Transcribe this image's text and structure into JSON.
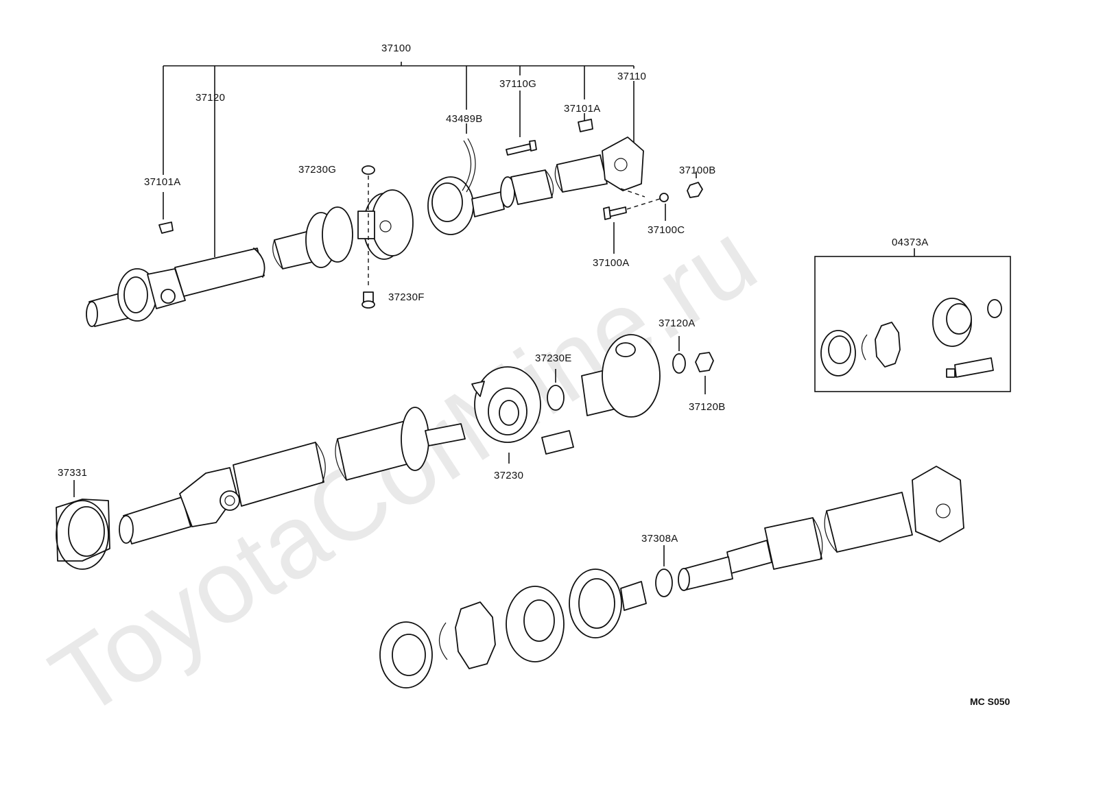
{
  "watermark": "ToyotaCorMine.ru",
  "figure_code": "MC S050",
  "labels": {
    "p37100": "37100",
    "p37120": "37120",
    "p37101A_left": "37101A",
    "p37230G": "37230G",
    "p37230F": "37230F",
    "p43489B": "43489B",
    "p37110G": "37110G",
    "p37101A_right": "37101A",
    "p37110": "37110",
    "p37100B": "37100B",
    "p37100C": "37100C",
    "p37100A": "37100A",
    "p04373A": "04373A",
    "p37120A": "37120A",
    "p37230E": "37230E",
    "p37120B": "37120B",
    "p37230": "37230",
    "p37331": "37331",
    "p37308A": "37308A"
  }
}
